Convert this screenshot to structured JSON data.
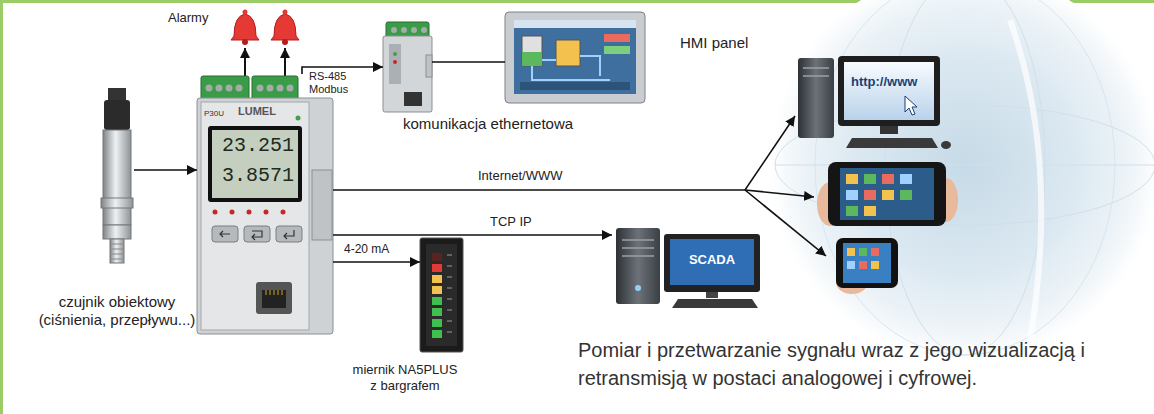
{
  "diagram": {
    "caption": "Pomiar i przetwarzanie sygnału wraz z jego wizualizacją i retransmisją w postaci analogowej i cyfrowej.",
    "nodes": [
      {
        "text": [
          "P30U",
          "LUMEL"
        ]
      },
      {
        "text": [
          "czujnik obiektowy (ciśnienia, przepływu...)"
        ]
      },
      {
        "text": [
          "komunikacja ethernetowa"
        ]
      },
      {
        "text": [
          "HMI panel"
        ]
      },
      {
        "text": [
          "miernik NA5PLUS z bargrafem"
        ]
      },
      {
        "text": [
          "SCADA"
        ]
      },
      {
        "text": [
          "http://www"
        ]
      }
    ],
    "edges": [
      {
        "from": 1,
        "to": 0,
        "arrow": "to"
      },
      {
        "from": 0,
        "to": 2,
        "label": "RS-485 Modbus",
        "arrow": "to"
      },
      {
        "from": 2,
        "to": 3,
        "arrow": "none"
      },
      {
        "from": 0,
        "to": 4,
        "label": "4-20 mA",
        "arrow": "to"
      },
      {
        "from": 0,
        "to": 5,
        "label": "TCP IP",
        "arrow": "to"
      },
      {
        "from": 0,
        "to": 6,
        "label": "Internet/WWW",
        "arrow": "to"
      }
    ],
    "labels": [
      "Alarmy",
      "23.251",
      "3.8571"
    ]
  }
}
